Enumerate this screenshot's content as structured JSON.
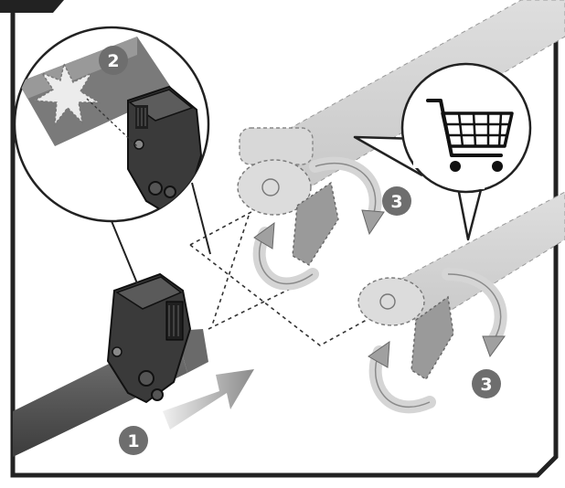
{
  "diagram": {
    "steps": [
      {
        "label": "1",
        "meaning": "slide-clamp-onto-pole"
      },
      {
        "label": "2",
        "meaning": "zoomed-clamp-detail"
      },
      {
        "label": "3",
        "meaning": "rotate-attachment"
      },
      {
        "label": "3",
        "meaning": "rotate-attachment"
      }
    ],
    "icons": {
      "cart": "shopping-cart-icon",
      "arrow": "push-arrow-icon",
      "rotate": "rotate-arrow-icon"
    },
    "colors": {
      "frame": "#222222",
      "badge": "#6e6e6e",
      "pole": "#5f5f5f",
      "ghost": "#d2d2d2",
      "clamp": "#3a3a3a"
    }
  }
}
